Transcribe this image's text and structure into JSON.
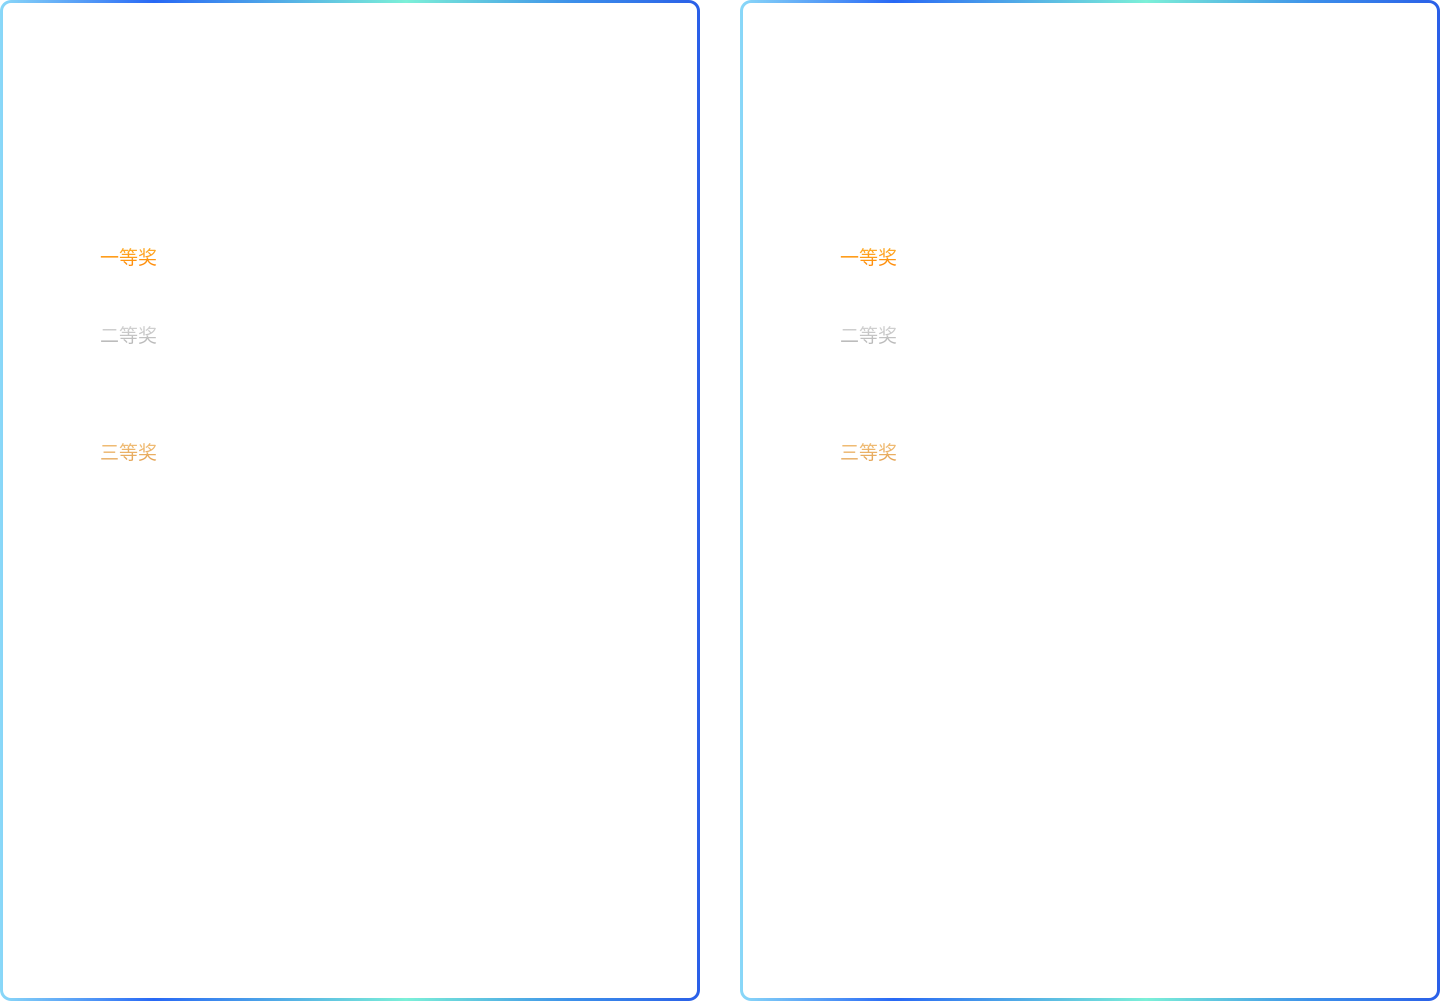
{
  "panels": [
    {
      "prizes": [
        {
          "label": "一等奖"
        },
        {
          "label": "二等奖"
        },
        {
          "label": "三等奖"
        }
      ]
    },
    {
      "prizes": [
        {
          "label": "一等奖"
        },
        {
          "label": "二等奖"
        },
        {
          "label": "三等奖"
        }
      ]
    }
  ],
  "colors": {
    "first": "#ff8a00",
    "second": "#bdbdbd",
    "third": "#e8a860",
    "border_blue": "#2868f5",
    "border_cyan": "#7cf0d8"
  }
}
